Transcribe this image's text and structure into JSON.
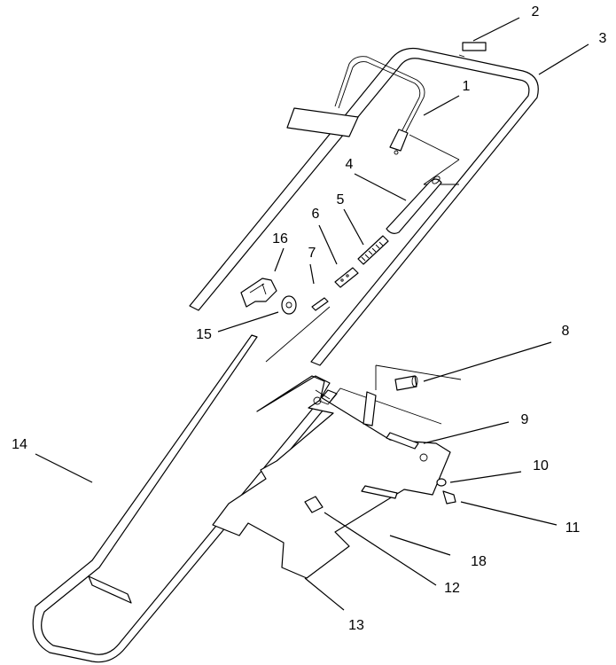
{
  "callouts": [
    {
      "id": "1",
      "label": "1"
    },
    {
      "id": "2",
      "label": "2"
    },
    {
      "id": "3",
      "label": "3"
    },
    {
      "id": "4",
      "label": "4"
    },
    {
      "id": "5",
      "label": "5"
    },
    {
      "id": "6",
      "label": "6"
    },
    {
      "id": "7",
      "label": "7"
    },
    {
      "id": "8",
      "label": "8"
    },
    {
      "id": "9",
      "label": "9"
    },
    {
      "id": "10",
      "label": "10"
    },
    {
      "id": "11",
      "label": "11"
    },
    {
      "id": "12",
      "label": "12"
    },
    {
      "id": "13",
      "label": "13"
    },
    {
      "id": "14",
      "label": "14"
    },
    {
      "id": "15",
      "label": "15"
    },
    {
      "id": "16",
      "label": "16"
    },
    {
      "id": "18",
      "label": "18"
    }
  ]
}
